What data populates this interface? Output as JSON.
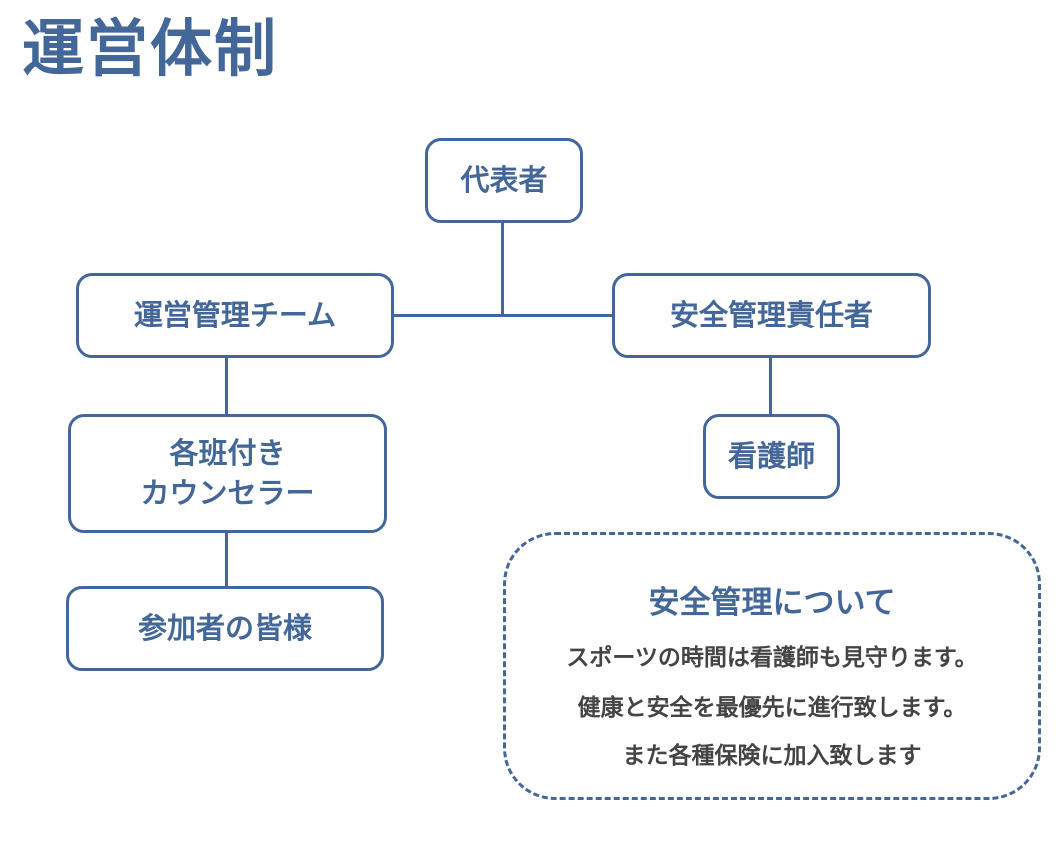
{
  "title": "運営体制",
  "nodes": {
    "representative": "代表者",
    "management_team": "運営管理チーム",
    "safety_officer": "安全管理責任者",
    "counselor_line1": "各班付き",
    "counselor_line2": "カウンセラー",
    "nurse": "看護師",
    "participants": "参加者の皆様"
  },
  "safety_note": {
    "title": "安全管理について",
    "lines": [
      "スポーツの時間は看護師も見守ります。",
      "健康と安全を最優先に進行致します。",
      "また各種保険に加入致します"
    ]
  },
  "colors": {
    "accent": "#44679a",
    "body_text": "#444444"
  }
}
